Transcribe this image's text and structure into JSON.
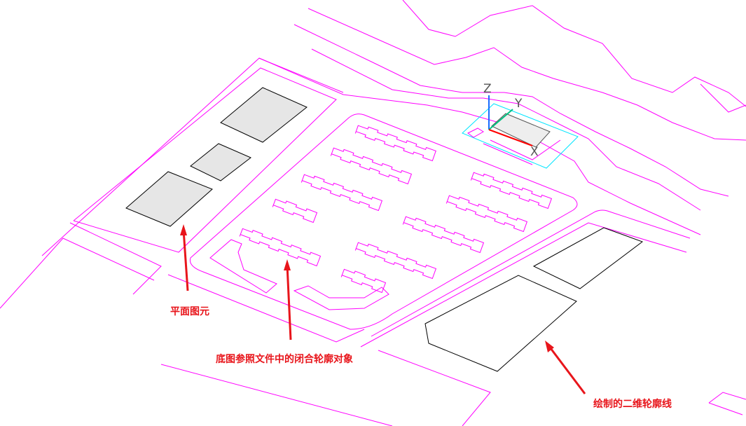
{
  "annotations": {
    "plan_elements": "平面图元",
    "closed_contours": "底图参照文件中的闭合轮廓对象",
    "drawn_outlines": "绘制的二维轮廓线"
  },
  "ucs": {
    "x_label": "X",
    "y_label": "Y",
    "z_label": "Z"
  },
  "colors": {
    "linework": "#ff00ff",
    "annotation": "#e8151b",
    "site": "#00e5ff",
    "x_axis": "#ff0000",
    "y_axis": "#00c080",
    "z_axis": "#1a6cff"
  }
}
